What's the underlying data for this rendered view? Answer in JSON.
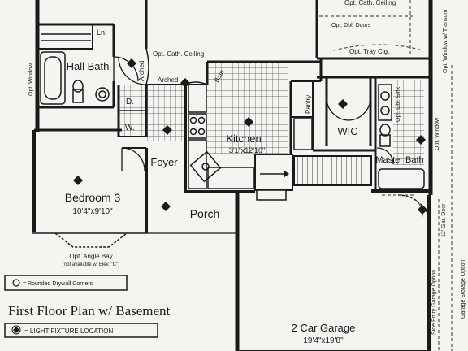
{
  "title": "First Floor Plan w/ Basement",
  "legend": {
    "rounded_corners": "= Rounded Drywall Corners",
    "light_fixture": "= LIGHT FIXTURE LOCATION"
  },
  "rooms": {
    "hall_bath": "Hall Bath",
    "linen": "Ln.",
    "washer": "W.",
    "dryer": "D.",
    "kitchen": "Kitchen",
    "kitchen_dims": "3'1\"x12'10\"",
    "pantry": "Pantry",
    "wic": "WIC",
    "master_bath": "Master Bath",
    "foyer": "Foyer",
    "bedroom3": "Bedroom 3",
    "bedroom3_dims": "10'4\"x9'10\"",
    "porch": "Porch",
    "garage": "2 Car Garage",
    "garage_dims": "19'4\"x19'8\""
  },
  "notes": {
    "opt_cath_ceiling": "Opt. Cath. Ceiling",
    "opt_cath_ceiling_top": "Opt. Cath. Ceiling",
    "arched": "Arched",
    "arched2": "Arched",
    "bath_label": "Bath",
    "opt_window_left": "Opt. Window",
    "opt_dbl_doors": "Opt. Dbl. Doors",
    "opt_tray_clg": "Opt. Tray Clg.",
    "opt_window_transom": "Opt. Window w/ Transom",
    "opt_window_right": "Opt. Window",
    "opt_dbl_sink": "Opt. Dbl. Sink",
    "opt_angle_bay": "Opt. Angle Bay",
    "angle_bay_note": "(not available w/ Elev. \"C\")",
    "side_entry_garage": "Side Entry Garage Option",
    "garage_door": "12' Gar. Door",
    "garage_storage": "Garage Storage Option"
  }
}
